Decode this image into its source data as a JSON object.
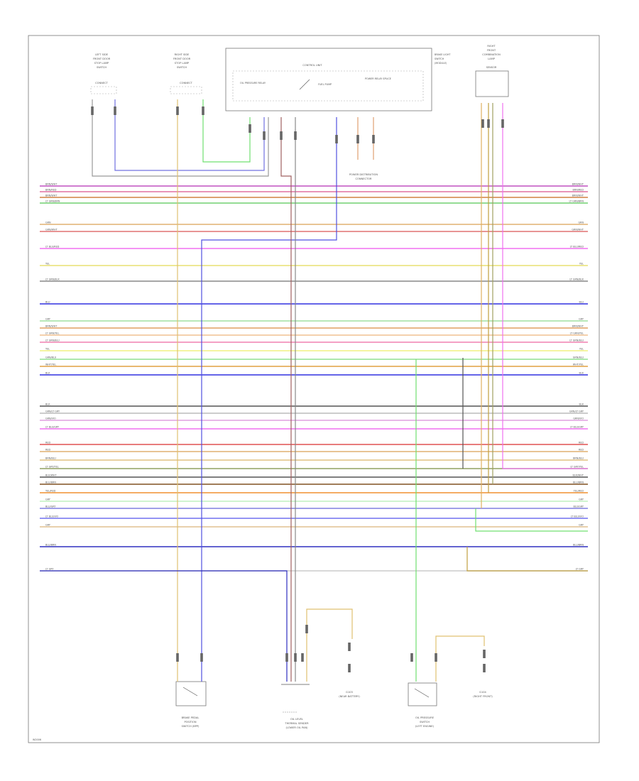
{
  "diagram": {
    "page_mark": "W2006",
    "components": [
      {
        "id": "lf-door",
        "lines": [
          "LEFT SIDE",
          "FRONT DOOR",
          "STOP LAMP",
          "SWITCH"
        ],
        "sub": "CONNECT"
      },
      {
        "id": "rf-door",
        "lines": [
          "RIGHT SIDE",
          "FRONT DOOR",
          "STOP LAMP",
          "SWITCH"
        ],
        "sub": "CONNECT"
      },
      {
        "id": "control-unit",
        "title": "CONTROL UNIT",
        "items": [
          "OIL PRESSURE RELAY",
          "FUEL PUMP",
          "POWER RELAY SPLICE"
        ]
      },
      {
        "id": "brake-switch",
        "lines": [
          "BRAKE LIGHT",
          "SWITCH",
          "(MODULE)"
        ]
      },
      {
        "id": "r-combo",
        "lines": [
          "RIGHT",
          "FRONT",
          "COMBINATION",
          "LAMP",
          "SENSOR"
        ]
      },
      {
        "id": "power-dist",
        "lines": [
          "POWER DISTRIBUTION",
          "CONNECTOR"
        ]
      },
      {
        "id": "brake-pedal",
        "lines": [
          "BRAKE PEDAL",
          "POSITION",
          "SWITCH (BPP)"
        ]
      },
      {
        "id": "oil-level",
        "lines": [
          "OIL LEVEL",
          "THERMAL SENDER",
          "(LOWER OIL PAN)"
        ]
      },
      {
        "id": "ground-1",
        "lines": [
          "G103",
          "(NEAR BATTERY)"
        ]
      },
      {
        "id": "oil-pressure",
        "lines": [
          "OIL PRESSURE",
          "SWITCH",
          "(LEFT ENGINE)"
        ]
      },
      {
        "id": "ground-2",
        "lines": [
          "G104",
          "(RIGHT FRONT)"
        ]
      }
    ],
    "wires": [
      {
        "label": "BRN/WHT",
        "color": "#c050c0"
      },
      {
        "label": "BRN/RED",
        "color": "#e070a0"
      },
      {
        "label": "BRN/WHT",
        "color": "#d08040"
      },
      {
        "label": "LT GRN/BRN",
        "color": "#70d070"
      },
      {
        "label": "GRN",
        "color": "#e0b070"
      },
      {
        "label": "GRN/WHT",
        "color": "#e07070"
      },
      {
        "label": "LT BLU/RED",
        "color": "#f070f0"
      },
      {
        "label": "YEL",
        "color": "#e8e070"
      },
      {
        "label": "LT GRN/BLK",
        "color": "#888888"
      },
      {
        "label": "BLU",
        "color": "#3030e0"
      },
      {
        "label": "GRY",
        "color": "#a0e0a0"
      },
      {
        "label": "BRN/WHT",
        "color": "#e0a060"
      },
      {
        "label": "LT GRN/YEL",
        "color": "#f0c090"
      },
      {
        "label": "LT GRN/BLU",
        "color": "#f080b0"
      },
      {
        "label": "YEL",
        "color": "#f0f080"
      },
      {
        "label": "GRN/BLU",
        "color": "#90e090"
      },
      {
        "label": "WHT/YEL",
        "color": "#e0a040"
      },
      {
        "label": "BLK",
        "color": "#3030e0"
      },
      {
        "label": "BLK",
        "color": "#555555"
      },
      {
        "label": "GRN/LT GRY",
        "color": "#bbbbbb"
      },
      {
        "label": "GRN/VIO",
        "color": "#e0a0e0"
      },
      {
        "label": "LT BLU/GRY",
        "color": "#f070f0"
      },
      {
        "label": "RED",
        "color": "#e05050"
      },
      {
        "label": "RED",
        "color": "#e0b070"
      },
      {
        "label": "BRN/BLU",
        "color": "#e0c080"
      },
      {
        "label": "LT GRY/YEL",
        "color": "#90a060"
      },
      {
        "label": "BLK/WHT",
        "color": "#555555"
      },
      {
        "label": "BLU/BRN",
        "color": "#805020"
      },
      {
        "label": "YEL/RED",
        "color": "#f09030"
      },
      {
        "label": "GRY",
        "color": "#c0f0c0"
      },
      {
        "label": "BLU/GRY",
        "color": "#8080e0"
      },
      {
        "label": "LT BLU/VIO",
        "color": "#7070f0"
      },
      {
        "label": "GRY",
        "color": "#e0c090"
      },
      {
        "label": "BLU/BRN",
        "color": "#3030c0"
      },
      {
        "label": "LT GRY",
        "color": "#cccccc"
      }
    ]
  }
}
